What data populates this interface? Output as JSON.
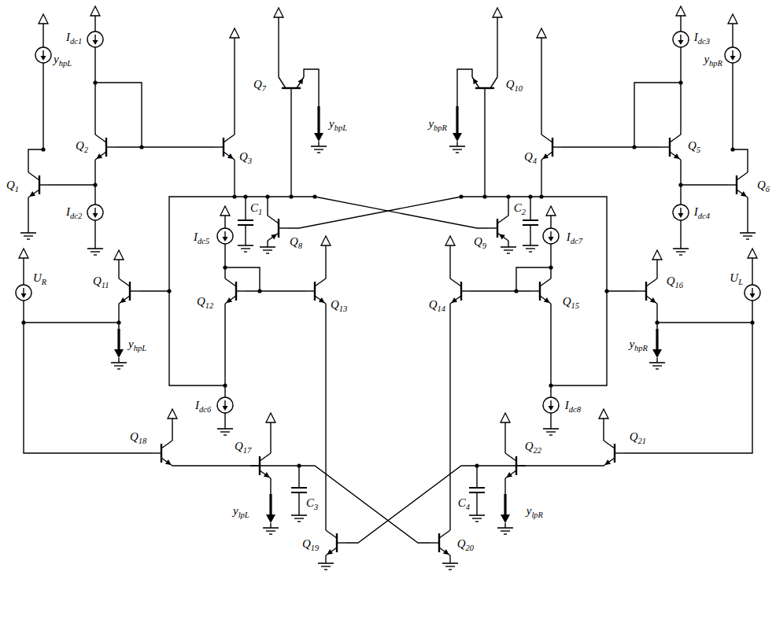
{
  "diagram": {
    "labels": [
      "yhpL",
      "Idc1",
      "Q2",
      "Q1",
      "Idc2",
      "Q3",
      "Q7",
      "ybpL",
      "Q10",
      "ybpR",
      "Q4",
      "Idc3",
      "yhpR",
      "Q5",
      "Q6",
      "Idc4",
      "C1",
      "Q8",
      "Q9",
      "C2",
      "UR",
      "Q11",
      "Idc5",
      "Q12",
      "Q13",
      "Q14",
      "Idc7",
      "Q15",
      "Q16",
      "UL",
      "yhpL",
      "Idc6",
      "Idc8",
      "yhpR",
      "Q18",
      "Q17",
      "C3",
      "Q19",
      "Q20",
      "C4",
      "Q22",
      "Q21",
      "ylpL",
      "ylpR"
    ]
  }
}
